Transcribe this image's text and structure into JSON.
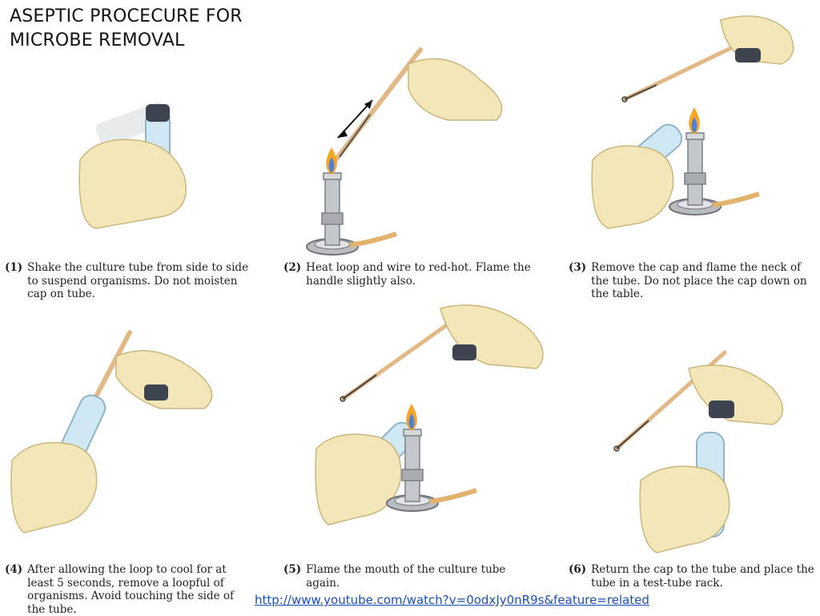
{
  "title": {
    "line1": "ASEPTIC PROCECURE FOR",
    "line2": "MICROBE REMOVAL"
  },
  "steps": [
    {
      "num": "(1)",
      "text": "Shake the culture tube from side to side to suspend organisms. Do not moisten cap on tube."
    },
    {
      "num": "(2)",
      "text": "Heat loop and wire to red-hot. Flame the handle slightly also."
    },
    {
      "num": "(3)",
      "text": "Remove the cap and flame the neck of the tube. Do not place the cap down on the table."
    },
    {
      "num": "(4)",
      "text": "After allowing the loop to cool for at least 5 seconds, remove a loopful of organisms. Avoid touching the side of the tube."
    },
    {
      "num": "(5)",
      "text": "Flame the mouth of the culture tube again."
    },
    {
      "num": "(6)",
      "text": "Return the cap to the tube and place the tube in a test-tube rack."
    }
  ],
  "link": "http://www.youtube.com/watch?v=0odxJy0nR9s&feature=related",
  "colors": {
    "glove": "#f3e6b8",
    "glove_edge": "#c9b67a",
    "loop": "#e3b887",
    "tube": "#cfe8f4",
    "flame": "#f6a623",
    "burner": "#c4c7cb",
    "link": "#1a4fb8"
  }
}
